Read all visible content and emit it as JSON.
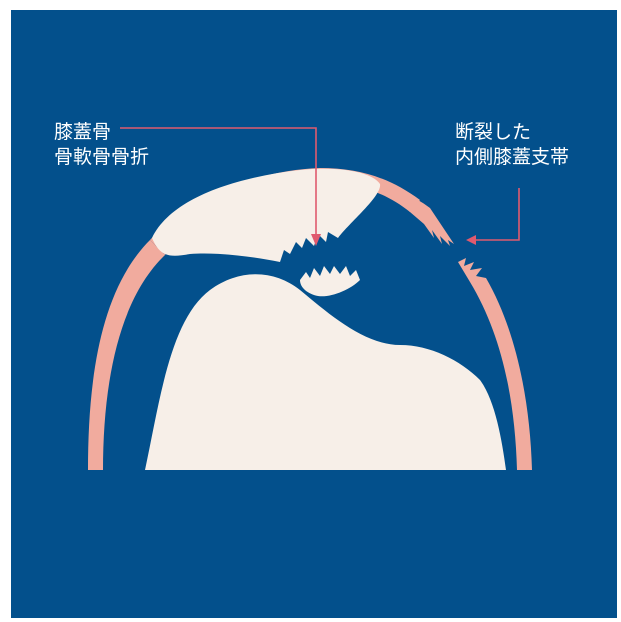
{
  "labels": {
    "left": {
      "line1": "膝蓋骨",
      "line2": "骨軟骨骨折"
    },
    "right": {
      "line1": "断裂した",
      "line2": "内側膝蓋支帯"
    }
  },
  "colors": {
    "background": "#03508c",
    "bone": "#f7efe8",
    "ligament": "#f1ab9e",
    "pointer": "#e05a6e",
    "text": "#ffffff"
  }
}
